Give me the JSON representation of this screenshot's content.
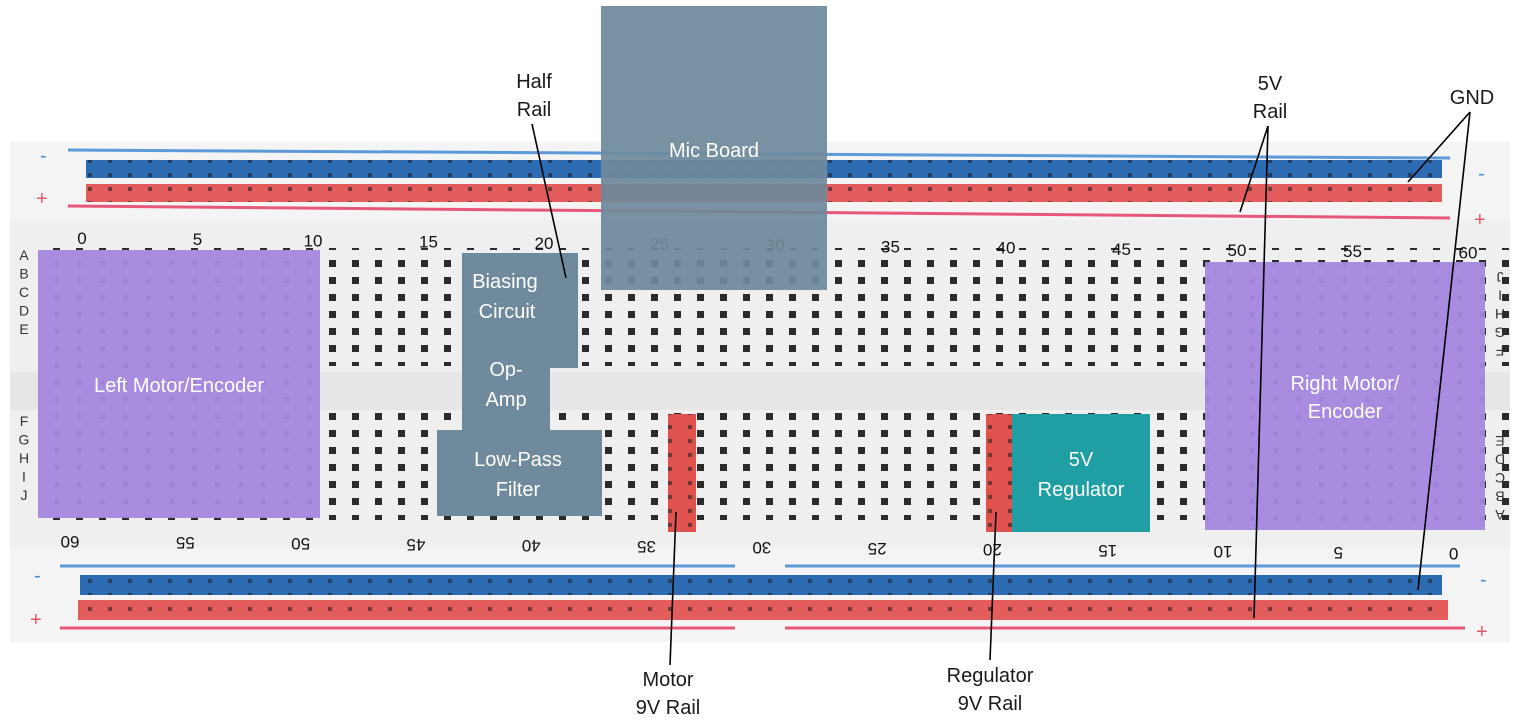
{
  "callouts": {
    "half_rail": [
      "Half",
      "Rail"
    ],
    "five_v_rail": [
      "5V",
      "Rail"
    ],
    "gnd": "GND",
    "motor_rail": [
      "Motor",
      "9V Rail"
    ],
    "regulator_rail": [
      "Regulator",
      "9V Rail"
    ]
  },
  "blocks": {
    "mic_board": "Mic Board",
    "biasing": [
      "Biasing",
      "Circuit"
    ],
    "op_amp": [
      "Op-",
      "Amp"
    ],
    "low_pass": [
      "Low-Pass",
      "Filter"
    ],
    "regulator": [
      "5V",
      "Regulator"
    ],
    "left_motor": "Left Motor/Encoder",
    "right_motor": [
      "Right Motor/",
      "Encoder"
    ]
  },
  "rail_symbols": {
    "minus": "-",
    "plus": "+"
  },
  "top_numbers": [
    "0",
    "5",
    "10",
    "15",
    "20",
    "25",
    "30",
    "35",
    "40",
    "45",
    "50",
    "55",
    "60"
  ],
  "bottom_numbers": [
    "60",
    "55",
    "50",
    "45",
    "40",
    "35",
    "30",
    "25",
    "20",
    "15",
    "10",
    "5",
    "0"
  ],
  "rows_left": [
    "A",
    "B",
    "C",
    "D",
    "E",
    "F",
    "G",
    "H",
    "I",
    "J"
  ],
  "rows_right": [
    "J",
    "I",
    "H",
    "G",
    "F",
    "E",
    "D",
    "C",
    "B",
    "A"
  ],
  "colors": {
    "rail_blue": "#2d6bb3",
    "rail_red": "#e35d5d",
    "purple": "#a88ce0",
    "slate": "#6f8a9c",
    "teal": "#1f9fa3",
    "red_strip": "#e0524f"
  }
}
